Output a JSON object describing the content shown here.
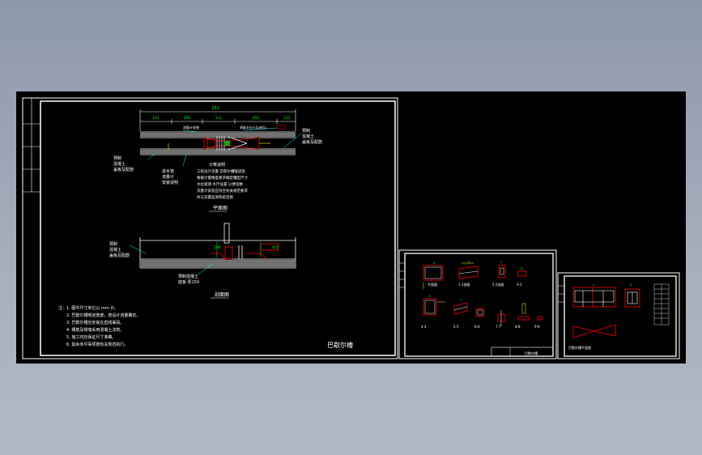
{
  "viewer": {
    "background": "#98a2b3",
    "canvas_color": "#000000"
  },
  "sheet1": {
    "title": "巴歇尔槽",
    "plan": {
      "total_dim": "251",
      "dims": [
        "120",
        "200",
        "111",
        "455",
        "112"
      ],
      "note_heading": "计算说明",
      "left_label": [
        "预制",
        "混凝土",
        "盖板及配筋"
      ],
      "right_label": [
        "预制",
        "混凝土",
        "盖板及配筋"
      ],
      "pipe_label": [
        "进水管",
        "流量计",
        "安装说明"
      ],
      "section_title": "平面图"
    },
    "elevation": {
      "section_title": "剖面图",
      "left_label": [
        "预制",
        "混凝土",
        "盖板及配筋"
      ],
      "bottom_label": [
        "预制混凝土",
        "底板 厚150"
      ],
      "dims": [
        "200",
        "455"
      ]
    },
    "notes": [
      "注：1. 图中尺寸单位以 mm 计。",
      "2. 巴歇尔槽喉道宽度，按设计流量确定。",
      "3. 巴歇尔槽应安装在直线渠段。",
      "4. 槽底及侧墙采用混凝土浇筑。",
      "5. 施工时应保证尺寸准确。",
      "6. 其余未尽事项按有关规范执行。"
    ]
  },
  "sheet2": {
    "labels": [
      "平面图",
      "1-1剖面",
      "2-2剖面",
      "3-3",
      "4-4",
      "5-5",
      "6-6",
      "7-7",
      "8-8",
      "9-9"
    ],
    "title_block": "巴歇尔槽"
  },
  "sheet3": {
    "top_label": "A",
    "side_label": "B",
    "bottom_label": "巴歇尔槽平面图"
  },
  "colors": {
    "outline": "#ffffff",
    "dimension": "#00ff00",
    "cut": "#ff0000",
    "hatch": "#ffff00",
    "leader": "#00ffff"
  }
}
